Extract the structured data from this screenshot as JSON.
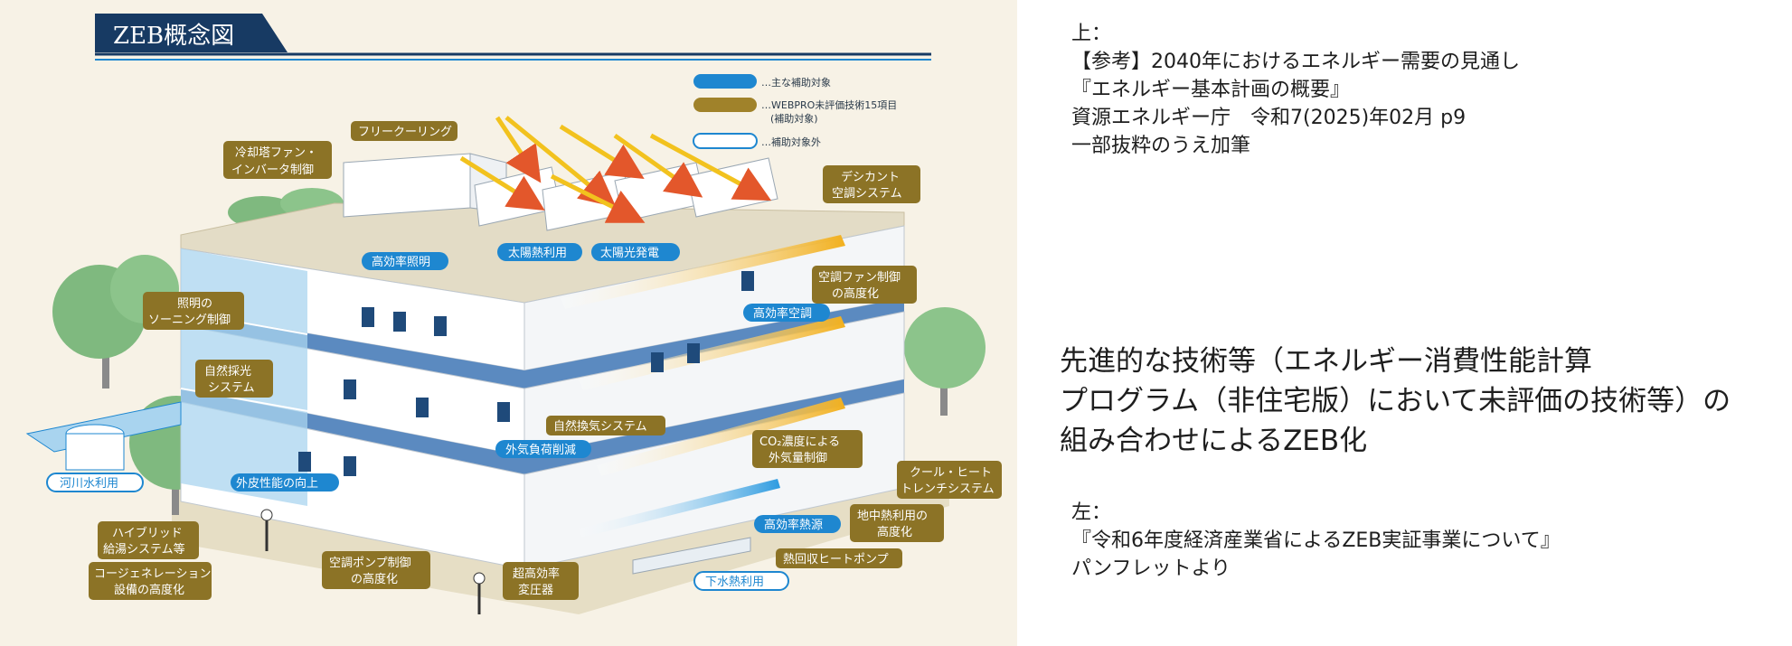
{
  "figure": {
    "title": "ZEB概念図",
    "legend": [
      {
        "text": "…主な補助対象",
        "color": "#1e87d0"
      },
      {
        "text": "…WEBPRO未評価技術15項目",
        "sub": "(補助対象)",
        "color": "#a0822a"
      },
      {
        "text": "…補助対象外",
        "color": "#ffffff"
      }
    ],
    "labels": {
      "reitou": [
        "冷却塔ファン・",
        "インバータ制御"
      ],
      "free_cooling": "フリークーリング",
      "desiccant": [
        "デシカント",
        "空調システム"
      ],
      "taiyo_netsu": "太陽熱利用",
      "taiyo_hatsuden": "太陽光発電",
      "kokoritsu_shomei": "高効率照明",
      "fan_control": [
        "空調ファン制御",
        "の高度化"
      ],
      "kokoritsu_kucho": "高効率空調",
      "zoning": [
        "照明の",
        "ソーニング制御"
      ],
      "saiko": [
        "自然採光",
        "システム"
      ],
      "shizen_kanki": "自然換気システム",
      "gaiki_fuka": "外気負荷削減",
      "co2": [
        "CO₂濃度による",
        "外気量制御"
      ],
      "cool_heat": [
        "クール・ヒート",
        "トレンチシステム"
      ],
      "kasensui": "河川水利用",
      "gaihi": "外皮性能の向上",
      "kokoritsu_netsugen": "高効率熱源",
      "chichu": [
        "地中熱利用の",
        "高度化"
      ],
      "hybrid": [
        "ハイブリッド",
        "給湯システム等"
      ],
      "cogen": [
        "コージェネレーション",
        "設備の高度化"
      ],
      "pump": [
        "空調ポンプ制御",
        "の高度化"
      ],
      "henatsu": [
        "超高効率",
        "変圧器"
      ],
      "heat_pump": "熱回収ヒートポンプ",
      "gesui": "下水熱利用"
    },
    "colors": {
      "blue": "#1e87d0",
      "gold": "#8c7326",
      "navy": "#173a63",
      "building_floor": "#e3dcc6",
      "glass": "#a9d4ef",
      "tree": "#7fb97f"
    }
  },
  "notes": {
    "top": [
      "上：",
      "【参考】2040年におけるエネルギー需要の見通し",
      "『エネルギー基本計画の概要』",
      "資源エネルギー庁　令和7(2025)年02月 p9",
      "一部抜粋のうえ加筆"
    ],
    "headline": [
      "先進的な技術等（エネルギー消費性能計算",
      "プログラム（非住宅版）において未評価の技術等）の",
      "組み合わせによるZEB化"
    ],
    "left": [
      "左：",
      "『令和6年度経済産業省によるZEB実証事業について』",
      "パンフレットより"
    ]
  }
}
